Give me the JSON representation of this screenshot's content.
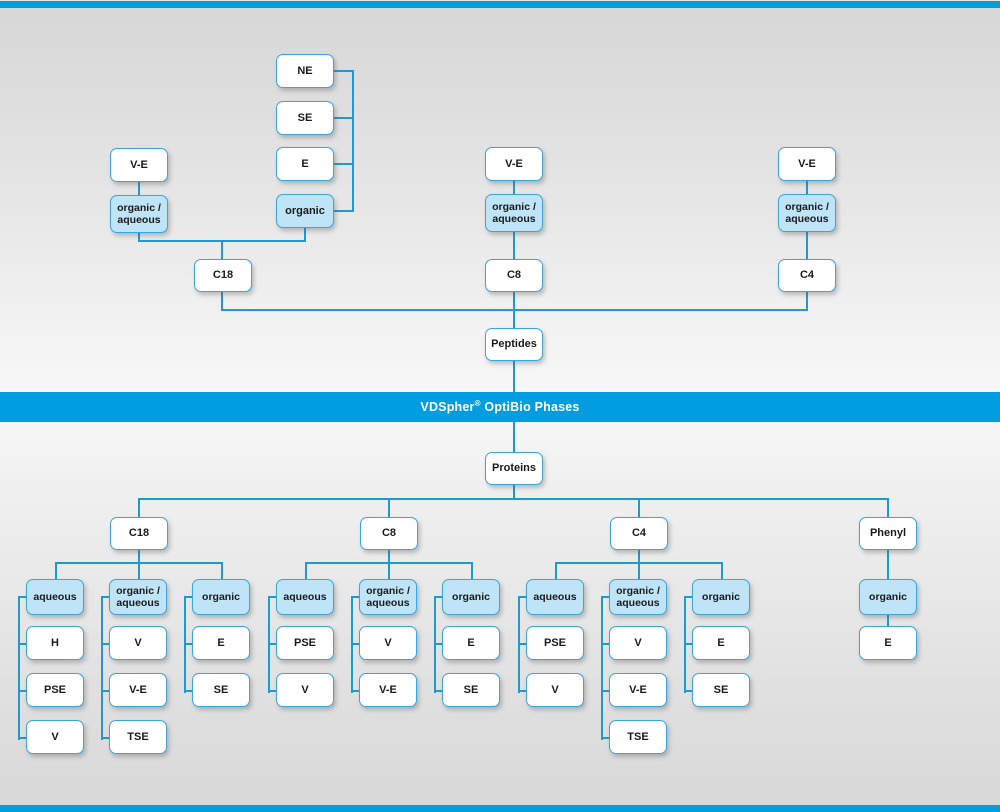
{
  "banner": {
    "brand": "VDSpher",
    "registered": "®",
    "rest": " OptiBio Phases",
    "bg_color": "#009EE0"
  },
  "colors": {
    "line": "#1b9ad6",
    "node_border": "#3aa6dd",
    "node_fill": "#ffffff",
    "node_fill_highlight": "#bfe3f7",
    "accent": "#009EE0",
    "background_top": "#d8d8d8",
    "background_bottom": "#d9d9d9"
  },
  "peptides": {
    "root_label": "Peptides",
    "branches": [
      {
        "id": "c18",
        "label": "C18",
        "modes": [
          {
            "id": "organic-aqueous",
            "label": "organic /\naqueous",
            "line1": "organic /",
            "line2": "aqueous",
            "highlight": true,
            "children": [
              {
                "label": "V-E"
              }
            ]
          },
          {
            "id": "organic",
            "label": "organic",
            "highlight": true,
            "children": [
              {
                "label": "NE"
              },
              {
                "label": "SE"
              },
              {
                "label": "E"
              }
            ]
          }
        ]
      },
      {
        "id": "c8",
        "label": "C8",
        "modes": [
          {
            "id": "organic-aqueous",
            "label": "organic /\naqueous",
            "line1": "organic /",
            "line2": "aqueous",
            "highlight": true,
            "children": [
              {
                "label": "V-E"
              }
            ]
          }
        ]
      },
      {
        "id": "c4",
        "label": "C4",
        "modes": [
          {
            "id": "organic-aqueous",
            "label": "organic /\naqueous",
            "line1": "organic /",
            "line2": "aqueous",
            "highlight": true,
            "children": [
              {
                "label": "V-E"
              }
            ]
          }
        ]
      }
    ]
  },
  "proteins": {
    "root_label": "Proteins",
    "branches": [
      {
        "id": "c18",
        "label": "C18",
        "modes": [
          {
            "id": "aqueous",
            "label": "aqueous",
            "highlight": true,
            "children": [
              {
                "label": "H"
              },
              {
                "label": "PSE"
              },
              {
                "label": "V"
              }
            ]
          },
          {
            "id": "organic-aqueous",
            "line1": "organic /",
            "line2": "aqueous",
            "highlight": true,
            "children": [
              {
                "label": "V"
              },
              {
                "label": "V-E"
              },
              {
                "label": "TSE"
              }
            ]
          },
          {
            "id": "organic",
            "label": "organic",
            "highlight": true,
            "children": [
              {
                "label": "E"
              },
              {
                "label": "SE"
              }
            ]
          }
        ]
      },
      {
        "id": "c8",
        "label": "C8",
        "modes": [
          {
            "id": "aqueous",
            "label": "aqueous",
            "highlight": true,
            "children": [
              {
                "label": "PSE"
              },
              {
                "label": "V"
              }
            ]
          },
          {
            "id": "organic-aqueous",
            "line1": "organic /",
            "line2": "aqueous",
            "highlight": true,
            "children": [
              {
                "label": "V"
              },
              {
                "label": "V-E"
              }
            ]
          },
          {
            "id": "organic",
            "label": "organic",
            "highlight": true,
            "children": [
              {
                "label": "E"
              },
              {
                "label": "SE"
              }
            ]
          }
        ]
      },
      {
        "id": "c4",
        "label": "C4",
        "modes": [
          {
            "id": "aqueous",
            "label": "aqueous",
            "highlight": true,
            "children": [
              {
                "label": "PSE"
              },
              {
                "label": "V"
              }
            ]
          },
          {
            "id": "organic-aqueous",
            "line1": "organic /",
            "line2": "aqueous",
            "highlight": true,
            "children": [
              {
                "label": "V"
              },
              {
                "label": "V-E"
              },
              {
                "label": "TSE"
              }
            ]
          },
          {
            "id": "organic",
            "label": "organic",
            "highlight": true,
            "children": [
              {
                "label": "E"
              },
              {
                "label": "SE"
              }
            ]
          }
        ]
      },
      {
        "id": "phenyl",
        "label": "Phenyl",
        "modes": [
          {
            "id": "organic",
            "label": "organic",
            "highlight": true,
            "children": [
              {
                "label": "E"
              }
            ]
          }
        ]
      }
    ]
  }
}
